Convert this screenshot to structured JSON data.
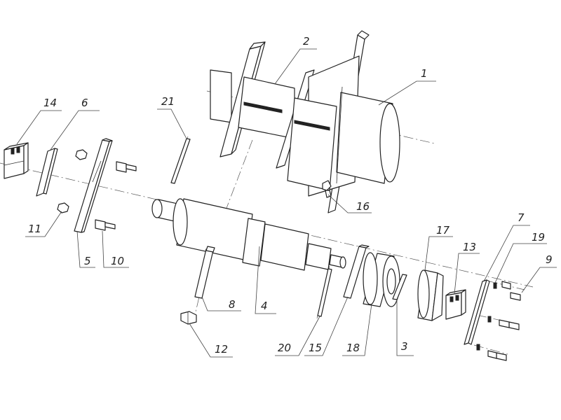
{
  "drawing": {
    "type": "exploded assembly drawing",
    "line_color": "#222222",
    "background": "#ffffff"
  },
  "callouts": [
    {
      "id": "1",
      "label": "1"
    },
    {
      "id": "2",
      "label": "2"
    },
    {
      "id": "3",
      "label": "3"
    },
    {
      "id": "4",
      "label": "4"
    },
    {
      "id": "5",
      "label": "5"
    },
    {
      "id": "6",
      "label": "6"
    },
    {
      "id": "7",
      "label": "7"
    },
    {
      "id": "8",
      "label": "8"
    },
    {
      "id": "9",
      "label": "9"
    },
    {
      "id": "10",
      "label": "10"
    },
    {
      "id": "11",
      "label": "11"
    },
    {
      "id": "12",
      "label": "12"
    },
    {
      "id": "13",
      "label": "13"
    },
    {
      "id": "14",
      "label": "14"
    },
    {
      "id": "15",
      "label": "15"
    },
    {
      "id": "16",
      "label": "16"
    },
    {
      "id": "17",
      "label": "17"
    },
    {
      "id": "18",
      "label": "18"
    },
    {
      "id": "19",
      "label": "19"
    },
    {
      "id": "20",
      "label": "20"
    },
    {
      "id": "21",
      "label": "21"
    }
  ]
}
